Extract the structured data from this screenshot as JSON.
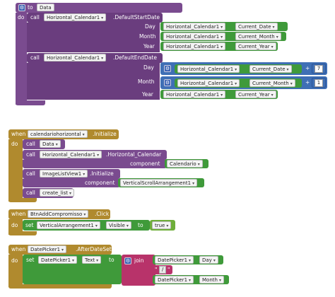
{
  "b1": {
    "to": "to",
    "proc_name": "Data",
    "do": "do",
    "call": "call",
    "component": "Horizontal_Calendar1",
    "start_method": ".DefaultStartDate",
    "end_method": ".DefaultEndDate",
    "day": "Day",
    "month": "Month",
    "year": "Year",
    "current_date": "Current_Date",
    "current_month": "Current_Month",
    "current_year": "Current_Year",
    "plus": "+",
    "seven": "7",
    "one": "1"
  },
  "b2": {
    "when": "when",
    "component": "calendariohorizontal",
    "event": ".Initialize",
    "do": "do",
    "call": "call",
    "data": "Data",
    "cal_component": "Horizontal_Calendar1",
    "cal_method": ".Horizontal_Calendar",
    "component_label": "component",
    "calendario": "Calendario",
    "imagelist": "ImageListView1",
    "init_method": ".Initialize",
    "scroll": "VerticalScrollArrangement1",
    "create_list": "create_list"
  },
  "b3": {
    "when": "when",
    "component": "BtnAddCompromisso",
    "event": ".Click",
    "do": "do",
    "set": "set",
    "target": "VerticalArrangement1",
    "prop": "Visible",
    "to": "to",
    "value": "true"
  },
  "b4": {
    "when": "when",
    "component": "DatePicker1",
    "event": ".AfterDateSet",
    "do": "do",
    "set": "set",
    "target": "DatePicker1",
    "prop": "Text",
    "to": "to",
    "join": "join",
    "dp": "DatePicker1",
    "day": "Day",
    "slash": "/",
    "month": "Month"
  },
  "colors": {
    "procedure": "#7a4b8f",
    "event": "#b08a2e",
    "setter": "#3f9a3a",
    "math": "#3f6fb5",
    "text": "#b8336a",
    "logic": "#6fae3a"
  }
}
